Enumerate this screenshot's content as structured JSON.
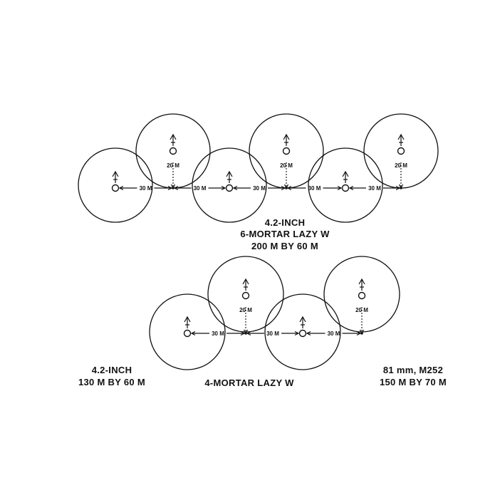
{
  "top_figure": {
    "caption_lines": [
      "4.2-INCH",
      "6-MORTAR LAZY W",
      "200 M BY 60 M"
    ],
    "spacing_label": "30 M",
    "offset_label": "20 M",
    "mortar_count": 6
  },
  "bottom_figure": {
    "caption": "4-MORTAR LAZY W",
    "left_caption_lines": [
      "4.2-INCH",
      "130 M BY 60 M"
    ],
    "right_caption_lines": [
      "81 mm, M252",
      "150 M BY 70 M"
    ],
    "spacing_label": "30 M",
    "offset_label": "20 M",
    "mortar_count": 4
  },
  "icons": [
    "mortar-position-icon",
    "direction-of-fire-arrow-icon"
  ]
}
